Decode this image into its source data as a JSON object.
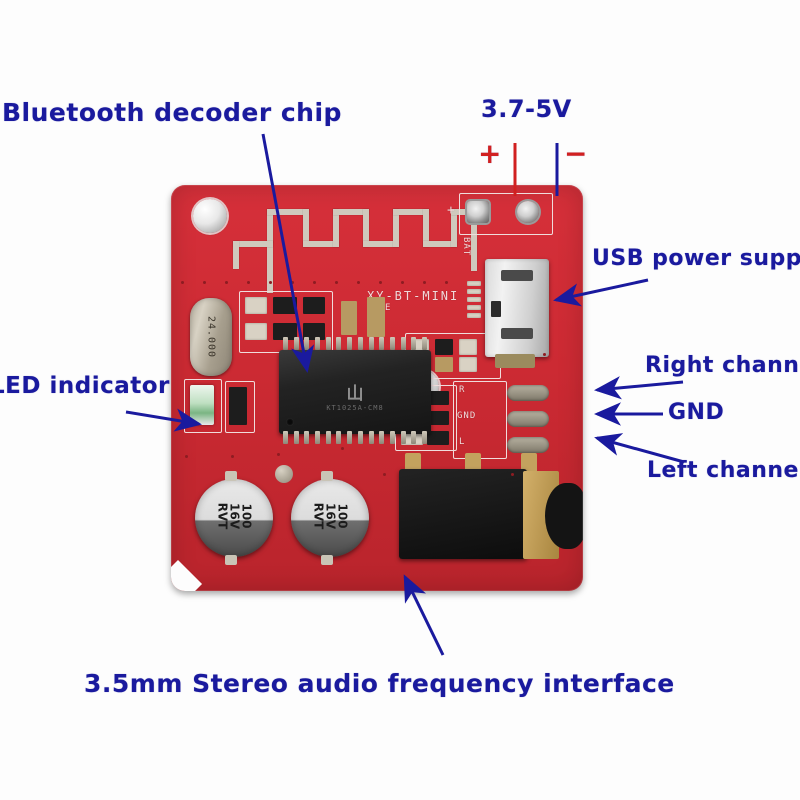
{
  "image": {
    "subject": "XY-BT-MINI Bluetooth audio receiver decoder board",
    "background_color": "#fdfdfd",
    "annotation_color": "#1a1a9e",
    "annotation_red": "#d12020",
    "board_color": "#cc2a33"
  },
  "annotations": [
    {
      "id": "bluetooth-chip",
      "label": "Bluetooth decoder chip",
      "color": "#1a1a9e"
    },
    {
      "id": "voltage",
      "label": "3.7-5V",
      "color": "#1a1a9e"
    },
    {
      "id": "usb",
      "label": "USB power supply",
      "color": "#1a1a9e"
    },
    {
      "id": "right-channel",
      "label": "Right channel",
      "color": "#1a1a9e"
    },
    {
      "id": "gnd",
      "label": "GND",
      "color": "#1a1a9e"
    },
    {
      "id": "left-channel",
      "label": "Left channel",
      "color": "#1a1a9e"
    },
    {
      "id": "led",
      "label": "LED indicator",
      "color": "#1a1a9e"
    },
    {
      "id": "audio-jack",
      "label": "3.5mm Stereo audio frequency interface",
      "color": "#1a1a9e"
    }
  ],
  "polarity": {
    "plus": "+",
    "minus": "−"
  },
  "board": {
    "silkscreen": {
      "model": "XY-BT-MINI",
      "battery": "BAT",
      "bat_plus": "+",
      "pad_right": "R",
      "pad_gnd": "GND",
      "pad_left": "L"
    },
    "crystal": {
      "marking": "24.000"
    },
    "ic": {
      "logo": "山",
      "part_number": "KT1025A-CM8"
    },
    "capacitors": [
      {
        "line1": "100",
        "line2": "16V",
        "line3": "RVT"
      },
      {
        "line1": "100",
        "line2": "16V",
        "line3": "RVT"
      }
    ]
  }
}
